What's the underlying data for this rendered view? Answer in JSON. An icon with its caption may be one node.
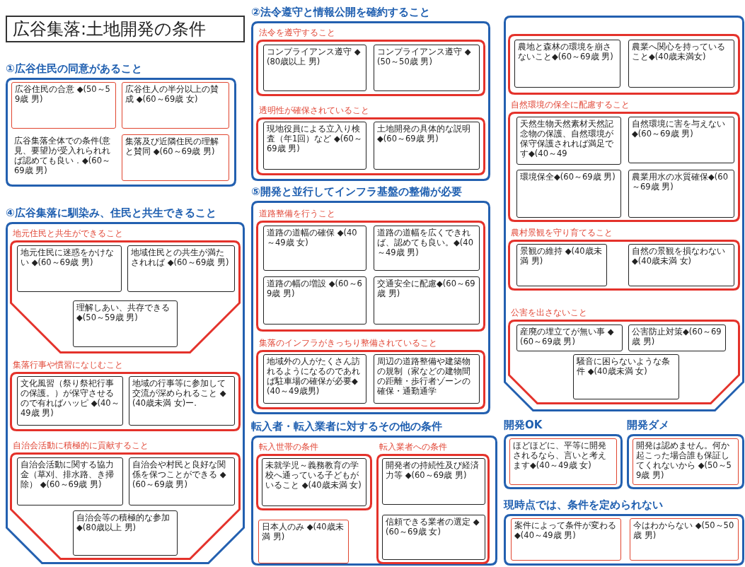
{
  "diagram": {
    "title": "広谷集落:土地開発の条件",
    "nodes": [
      {
        "text": [
          "①広谷住民の同意があること"
        ]
      },
      {
        "text": [
          "広谷住民の合意 ◆(50～59歳 男)"
        ],
        "in": 0
      },
      {
        "text": [
          "広谷住人の半分以上の賛成 ◆(60～69歳 女)"
        ],
        "in": 0
      },
      {
        "text": [
          "広谷集落全体での条件(意見、要望)が受入れられれば認めても良い．◆(60～69歳 男)"
        ],
        "in": 0
      },
      {
        "text": [
          "集落及び近隣住民の理解と賛同 ◆(60～69歳 男)"
        ],
        "in": 0
      },
      {
        "text": [
          "④広谷集落に馴染み、住民と共生できること"
        ]
      },
      {
        "text": [
          "地元住民と共生ができること"
        ],
        "in": 5
      },
      {
        "text": [
          "地元住民に迷惑をかけない ◆(60～69歳 男)"
        ],
        "in": 6
      },
      {
        "text": [
          "地域住民との共生が満たされれば ◆(60～69歳 男)"
        ],
        "in": 6
      },
      {
        "text": [
          "理解しあい、共存できる ◆(50～59歳 男)"
        ],
        "in": 6
      },
      {
        "text": [
          "集落行事や慣習になじむこと"
        ],
        "in": 5
      },
      {
        "text": [
          "文化風習（祭り祭祀行事の保護。）が保守させるので有ればハッピ ◆(40～49歳 男)"
        ],
        "in": 10
      },
      {
        "text": [
          "地域の行事等に参加して交流が深められること ◆(40歳未満 女)ー."
        ],
        "in": 10
      },
      {
        "text": [
          "自治会活動に積極的に貢献すること"
        ],
        "in": 5
      },
      {
        "text": [
          "自治会活動に関する協力金（草刈、排水路、き掃除） ◆(60～69歳 男)"
        ],
        "in": 13
      },
      {
        "text": [
          "自治会や村民と良好な関係を保つことができる ◆(60～69歳 男)"
        ],
        "in": 13
      },
      {
        "text": [
          "自治会等の積極的な参加 ◆(80歳以上 男)"
        ],
        "in": 13
      },
      {
        "text": [
          "②法令遵守と情報公開を確約すること"
        ]
      },
      {
        "text": [
          "法令を遵守すること"
        ],
        "in": 17
      },
      {
        "text": [
          "コンプライアンス遵守 ◆(80歳以上 男)"
        ],
        "in": 18
      },
      {
        "text": [
          "コンプライアンス遵守 ◆(50～50歳 男)"
        ],
        "in": 18
      },
      {
        "text": [
          "透明性が確保されていること"
        ],
        "in": 17
      },
      {
        "text": [
          "現地役員による立入り検査（年1回）など ◆(60～69歳 男)"
        ],
        "in": 21
      },
      {
        "text": [
          "土地開発の具体的な説明 ◆(60～69歳 男)"
        ],
        "in": 21
      },
      {
        "text": [
          "⑤開発と並行してインフラ基盤の整備が必要"
        ]
      },
      {
        "text": [
          "道路整備を行うこと"
        ],
        "in": 24
      },
      {
        "text": [
          "道路の道幅の確保 ◆(40～49歳 女)"
        ],
        "in": 25
      },
      {
        "text": [
          "道路の道幅を広くできれば、認めても良い。◆(40～49歳 男)"
        ],
        "in": 25
      },
      {
        "text": [
          "道路の幅の増設 ◆(60～69歳 男)"
        ],
        "in": 25
      },
      {
        "text": [
          "交通安全に配慮◆(60～69歳 男)"
        ],
        "in": 25
      },
      {
        "text": [
          "集落のインフラがきっちり整備されていること"
        ],
        "in": 24
      },
      {
        "text": [
          "地域外の人がたくさん訪れるようになるのであれば駐車場の確保が必要◆(40～49歳男)"
        ],
        "in": 30
      },
      {
        "text": [
          "周辺の道路整備や建築物の規制（家などの建物間の距離・歩行者ゾーンの確保・通勤通学"
        ],
        "in": 30
      },
      {
        "text": [
          "転入者・転入業者に対するその他の条件"
        ]
      },
      {
        "text": [
          "転入世帯の条件"
        ],
        "in": 33
      },
      {
        "text": [
          "未就学児～義務教育の学校へ通っている子どもがいること ◆(40歳未満 女)"
        ],
        "in": 34
      },
      {
        "text": [
          "日本人のみ ◆(40歳未満 男)"
        ],
        "in": 33
      },
      {
        "text": [
          "転入業者への条件"
        ],
        "in": 33
      },
      {
        "text": [
          "開発者の持続性及び経済力等 ◆(60～69歳 男)"
        ],
        "in": 37
      },
      {
        "text": [
          "信頼できる業者の選定 ◆(60～69歳 女)"
        ],
        "in": 37
      },
      {
        "text": [],
        "shape": "box"
      },
      {
        "text": [],
        "shape": "box",
        "in": 40
      },
      {
        "text": [
          "農地と森林の環境を崩さないこと◆(60～69歳 男)"
        ],
        "in": 41
      },
      {
        "text": [
          "農業へ関心を持っていること◆(40歳未満女)"
        ],
        "in": 41
      },
      {
        "text": [
          "自然環境の保全に配慮すること"
        ],
        "in": 40
      },
      {
        "text": [
          "天然生物天然素材天然記念物の保護、自然環境が保守保護されれば満足です◆(40～49"
        ],
        "in": 44
      },
      {
        "text": [
          "自然環境に害を与えない ◆(60～69歳 男)"
        ],
        "in": 44
      },
      {
        "text": [
          "環境保全◆(60～69歳 男)"
        ],
        "in": 44
      },
      {
        "text": [
          "農業用水の水質確保◆(60～69歳 男)"
        ],
        "in": 44
      },
      {
        "text": [
          "農村景観を守り育てること"
        ],
        "in": 40
      },
      {
        "text": [
          "景観の維持 ◆(40歳未満 男)"
        ],
        "in": 49
      },
      {
        "text": [
          "自然の景観を損なわない ◆(40歳未満 女)"
        ],
        "in": 49
      },
      {
        "text": [
          "公害を出さないこと"
        ],
        "in": 40
      },
      {
        "text": [
          "産廃の埋立てが無い事 ◆(60～69歳 男)"
        ],
        "in": 52
      },
      {
        "text": [
          "公害防止対策◆(60～69歳 男)"
        ],
        "in": 52
      },
      {
        "text": [
          "騒音に困らないような条件 ◆(40歳未満 女)"
        ],
        "in": 52
      },
      {
        "text": [
          "開発OK"
        ]
      },
      {
        "text": [
          "ほどほどに、平等に開発されるなら、言いと考えます◆(40～49歳 女)"
        ],
        "in": 56
      },
      {
        "text": [
          "開発ダメ"
        ]
      },
      {
        "text": [
          "開発は認めません。何か起こった場合誰も保証してくれないから ◆(50～59歳 男)"
        ],
        "in": 58
      },
      {
        "text": [
          "現時点では、条件を定められない"
        ]
      },
      {
        "text": [
          "案件によって条件が変わる ◆(40～49歳 男)"
        ],
        "in": 60
      },
      {
        "text": [
          "今はわからない ◆(50～50歳 男)"
        ],
        "in": 60
      }
    ]
  }
}
